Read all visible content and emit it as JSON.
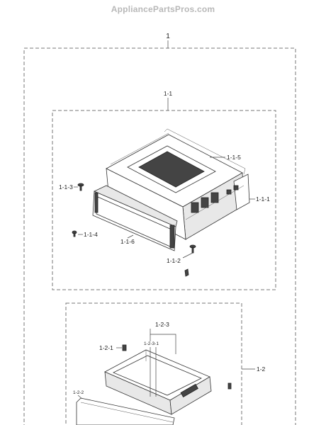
{
  "watermark": "AppliancePartsPros.com",
  "callouts": {
    "c1": "1",
    "c1_1": "1-1",
    "c1_1_1": "1-1-1",
    "c1_1_2": "1-1-2",
    "c1_1_3": "1-1-3",
    "c1_1_4": "1-1-4",
    "c1_1_5": "1-1-5",
    "c1_1_6": "1-1-6",
    "c1_2": "1-2",
    "c1_2_1": "1-2-1",
    "c1_2_2": "1-2-2",
    "c1_2_3": "1-2-3",
    "c1_2_3_1": "1-2-3-1"
  }
}
